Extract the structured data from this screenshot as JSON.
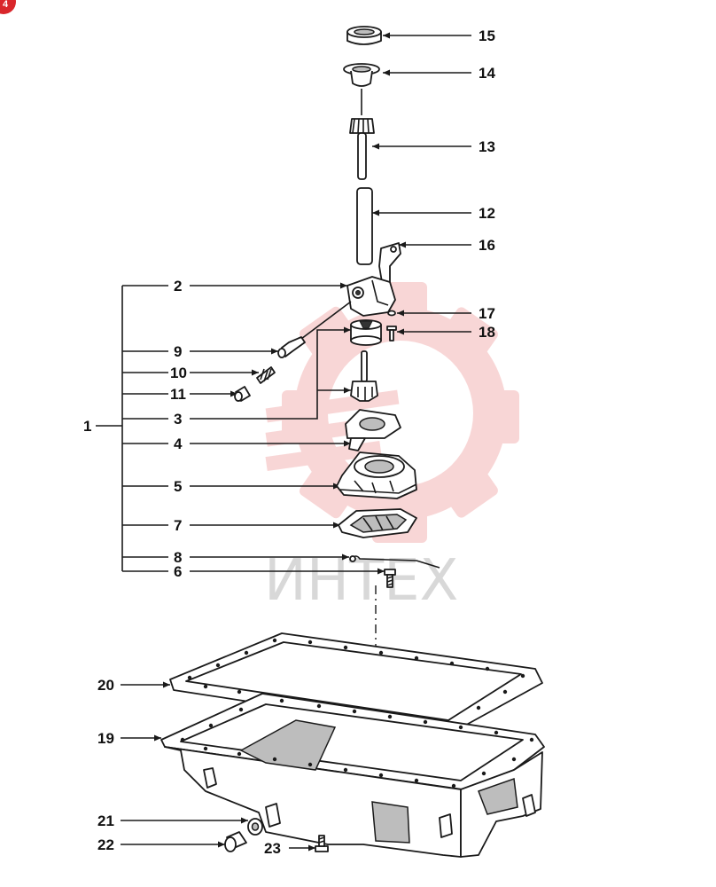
{
  "watermark": {
    "text": "ИНТЕХ",
    "gear_color": "#f4b6b6"
  },
  "badge": {
    "text": "4",
    "color": "#d9262b"
  },
  "callouts": [
    {
      "id": "1",
      "label": "1"
    },
    {
      "id": "2",
      "label": "2"
    },
    {
      "id": "3",
      "label": "3"
    },
    {
      "id": "4",
      "label": "4"
    },
    {
      "id": "5",
      "label": "5"
    },
    {
      "id": "6",
      "label": "6"
    },
    {
      "id": "7",
      "label": "7"
    },
    {
      "id": "8",
      "label": "8"
    },
    {
      "id": "9",
      "label": "9"
    },
    {
      "id": "10",
      "label": "10"
    },
    {
      "id": "11",
      "label": "11"
    },
    {
      "id": "12",
      "label": "12"
    },
    {
      "id": "13",
      "label": "13"
    },
    {
      "id": "14",
      "label": "14"
    },
    {
      "id": "15",
      "label": "15"
    },
    {
      "id": "16",
      "label": "16"
    },
    {
      "id": "17",
      "label": "17"
    },
    {
      "id": "18",
      "label": "18"
    },
    {
      "id": "19",
      "label": "19"
    },
    {
      "id": "20",
      "label": "20"
    },
    {
      "id": "21",
      "label": "21"
    },
    {
      "id": "22",
      "label": "22"
    },
    {
      "id": "23",
      "label": "23"
    }
  ]
}
